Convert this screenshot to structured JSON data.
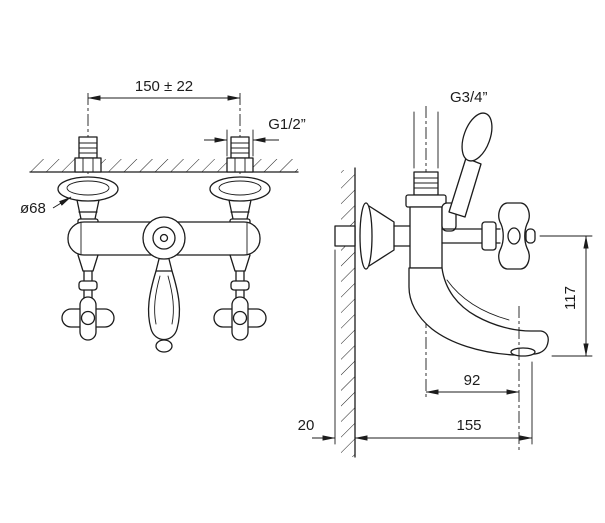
{
  "front_view": {
    "dim_hole_distance": "150 ± 22",
    "dim_connection_thread": "G1/2”",
    "dim_escutcheon_diameter": "ø68"
  },
  "side_view": {
    "dim_spout_thread": "G3/4”",
    "dim_outlet_height": "117",
    "dim_spout_reach": "92",
    "dim_wall_clearance": "20",
    "dim_total_depth": "155"
  },
  "colors": {
    "line": "#1c1c1c",
    "background": "#ffffff"
  }
}
